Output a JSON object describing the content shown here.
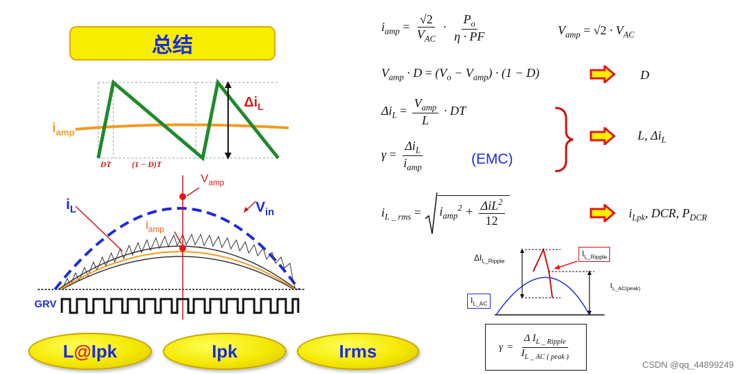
{
  "title": "总结",
  "waveform": {
    "delta_il": "Δi",
    "delta_il_sub": "L",
    "iamp": "i",
    "iamp_sub": "amp",
    "dt": "DT",
    "one_minus_d_t": "(1 − D)T"
  },
  "sine": {
    "il": "i",
    "il_sub": "L",
    "vamp": "V",
    "vamp_sub": "amp",
    "vin": "V",
    "vin_sub": "in",
    "iamp": "i",
    "iamp_sub": "amp",
    "grv": "GRV"
  },
  "buttons": {
    "lipk_prefix": "L",
    "lipk_at": "@",
    "lipk_suffix": "Ipk",
    "ipk": "Ipk",
    "irms": "Irms"
  },
  "formulas": {
    "emc": "(EMC)",
    "result_d": "D",
    "result_l": "L, Δi",
    "result_l_sub": "L",
    "result_ilpk": "i",
    "result_ilpk_sub": "Lpk",
    "result_dcr": ", DCR, P",
    "result_dcr_sub": "DCR"
  },
  "ripple_diagram": {
    "delta_i_ripple": "ΔI",
    "delta_i_ripple_sub": "L_Ripple",
    "i_ripple_box": "I",
    "i_ripple_box_sub": "L_Ripple",
    "i_ac_box": "I",
    "i_ac_box_sub": "L_AC",
    "i_ac_peak": "I",
    "i_ac_peak_sub": "L_AC(peak)"
  },
  "watermark": "CSDN @qq_44899249",
  "colors": {
    "accent_blue": "#1a2be0",
    "title_yellow": "#f7ee00",
    "wave_green": "#1f8a2a",
    "iamp_orange": "#f39a1f",
    "arrow_red": "#e01818",
    "brace_red": "#d01010"
  }
}
